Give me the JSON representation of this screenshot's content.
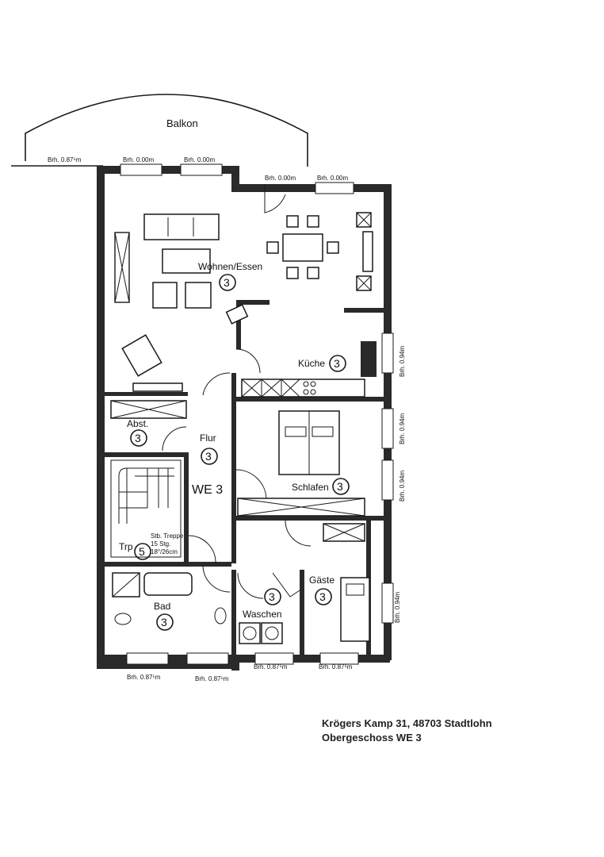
{
  "plan": {
    "balkon": "Balkon",
    "we": "WE 3",
    "rooms": {
      "wohnen": {
        "label": "Wohnen/Essen",
        "num": "3"
      },
      "kueche": {
        "label": "Küche",
        "num": "3"
      },
      "abst": {
        "label": "Abst.",
        "num": "3"
      },
      "flur": {
        "label": "Flur",
        "num": "3"
      },
      "schlafen": {
        "label": "Schlafen",
        "num": "3"
      },
      "trp": {
        "label": "Trp",
        "num": "5"
      },
      "gaeste": {
        "label": "Gäste",
        "num": "3"
      },
      "bad": {
        "label": "Bad",
        "num": "3"
      },
      "waschen": {
        "label": "Waschen",
        "num": "3"
      }
    },
    "stair_note": [
      "Stb. Treppe",
      "15 Stg.",
      "18°/26cm"
    ],
    "brh": {
      "b1": "Brh. 0.87⁵m",
      "b2": "Brh. 0.00m",
      "b3": "Brh. 0.00m",
      "b4": "Brh. 0.00m",
      "b5": "Brh. 0.00m",
      "r1": "Brh. 0.94m",
      "r2": "Brh. 0.94m",
      "r3": "Brh. 0.94m",
      "r4": "Brh. 0.94m",
      "bt1": "Brh. 0.87⁵m",
      "bt2": "Brh. 0.87⁵m",
      "bt3": "Brh. 0.87⁵m",
      "bt4": "Brh. 0.87⁵m"
    }
  },
  "address": {
    "line1": "Krögers Kamp 31, 48703 Stadtlohn",
    "line2": "Obergeschoss WE 3"
  }
}
